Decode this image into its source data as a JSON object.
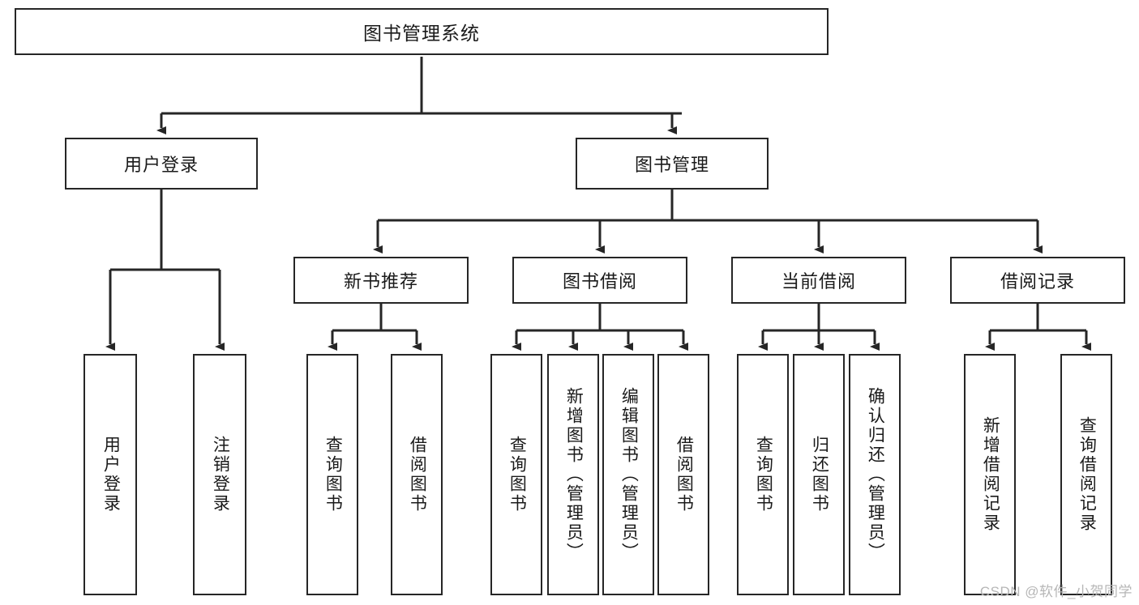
{
  "diagram": {
    "title": "图书管理系统",
    "watermark": "CSDN @软件_小贺同学",
    "colors": {
      "box_border": "#262626",
      "box_fill": "#ffffff",
      "connector": "#262626",
      "text": "#1a1a1a",
      "watermark": "#b6b6b6",
      "background": "#ffffff"
    },
    "root": {
      "label": "图书管理系统"
    },
    "level2": [
      {
        "label": "用户登录"
      },
      {
        "label": "图书管理"
      }
    ],
    "level3": [
      {
        "label": "新书推荐"
      },
      {
        "label": "图书借阅"
      },
      {
        "label": "当前借阅"
      },
      {
        "label": "借阅记录"
      }
    ],
    "leaves": {
      "user_login": [
        {
          "label": "用户登录"
        },
        {
          "label": "注销登录"
        }
      ],
      "new_book_recommend": [
        {
          "label": "查询图书"
        },
        {
          "label": "借阅图书"
        }
      ],
      "book_borrow": [
        {
          "label": "查询图书"
        },
        {
          "label": "新增图书（管理员）"
        },
        {
          "label": "编辑图书（管理员）"
        },
        {
          "label": "借阅图书"
        }
      ],
      "current_borrow": [
        {
          "label": "查询图书"
        },
        {
          "label": "归还图书"
        },
        {
          "label": "确认归还（管理员）"
        }
      ],
      "borrow_record": [
        {
          "label": "新增借阅记录"
        },
        {
          "label": "查询借阅记录"
        }
      ]
    }
  },
  "chart_data": {
    "type": "diagram",
    "title": "图书管理系统",
    "structure": "tree",
    "nodes": [
      {
        "id": "root",
        "label": "图书管理系统",
        "level": 0,
        "parent": null
      },
      {
        "id": "user_login",
        "label": "用户登录",
        "level": 1,
        "parent": "root"
      },
      {
        "id": "book_manage",
        "label": "图书管理",
        "level": 1,
        "parent": "root"
      },
      {
        "id": "new_book",
        "label": "新书推荐",
        "level": 2,
        "parent": "book_manage"
      },
      {
        "id": "book_borrow",
        "label": "图书借阅",
        "level": 2,
        "parent": "book_manage"
      },
      {
        "id": "current_borrow",
        "label": "当前借阅",
        "level": 2,
        "parent": "book_manage"
      },
      {
        "id": "borrow_record",
        "label": "借阅记录",
        "level": 2,
        "parent": "book_manage"
      },
      {
        "id": "l_user_login",
        "label": "用户登录",
        "level": 2,
        "parent": "user_login"
      },
      {
        "id": "l_logout",
        "label": "注销登录",
        "level": 2,
        "parent": "user_login"
      },
      {
        "id": "l_nb_query",
        "label": "查询图书",
        "level": 3,
        "parent": "new_book"
      },
      {
        "id": "l_nb_borrow",
        "label": "借阅图书",
        "level": 3,
        "parent": "new_book"
      },
      {
        "id": "l_bb_query",
        "label": "查询图书",
        "level": 3,
        "parent": "book_borrow"
      },
      {
        "id": "l_bb_add",
        "label": "新增图书（管理员）",
        "level": 3,
        "parent": "book_borrow"
      },
      {
        "id": "l_bb_edit",
        "label": "编辑图书（管理员）",
        "level": 3,
        "parent": "book_borrow"
      },
      {
        "id": "l_bb_borrow",
        "label": "借阅图书",
        "level": 3,
        "parent": "book_borrow"
      },
      {
        "id": "l_cb_query",
        "label": "查询图书",
        "level": 3,
        "parent": "current_borrow"
      },
      {
        "id": "l_cb_return",
        "label": "归还图书",
        "level": 3,
        "parent": "current_borrow"
      },
      {
        "id": "l_cb_confirm",
        "label": "确认归还（管理员）",
        "level": 3,
        "parent": "current_borrow"
      },
      {
        "id": "l_br_add",
        "label": "新增借阅记录",
        "level": 3,
        "parent": "borrow_record"
      },
      {
        "id": "l_br_query",
        "label": "查询借阅记录",
        "level": 3,
        "parent": "borrow_record"
      }
    ]
  }
}
